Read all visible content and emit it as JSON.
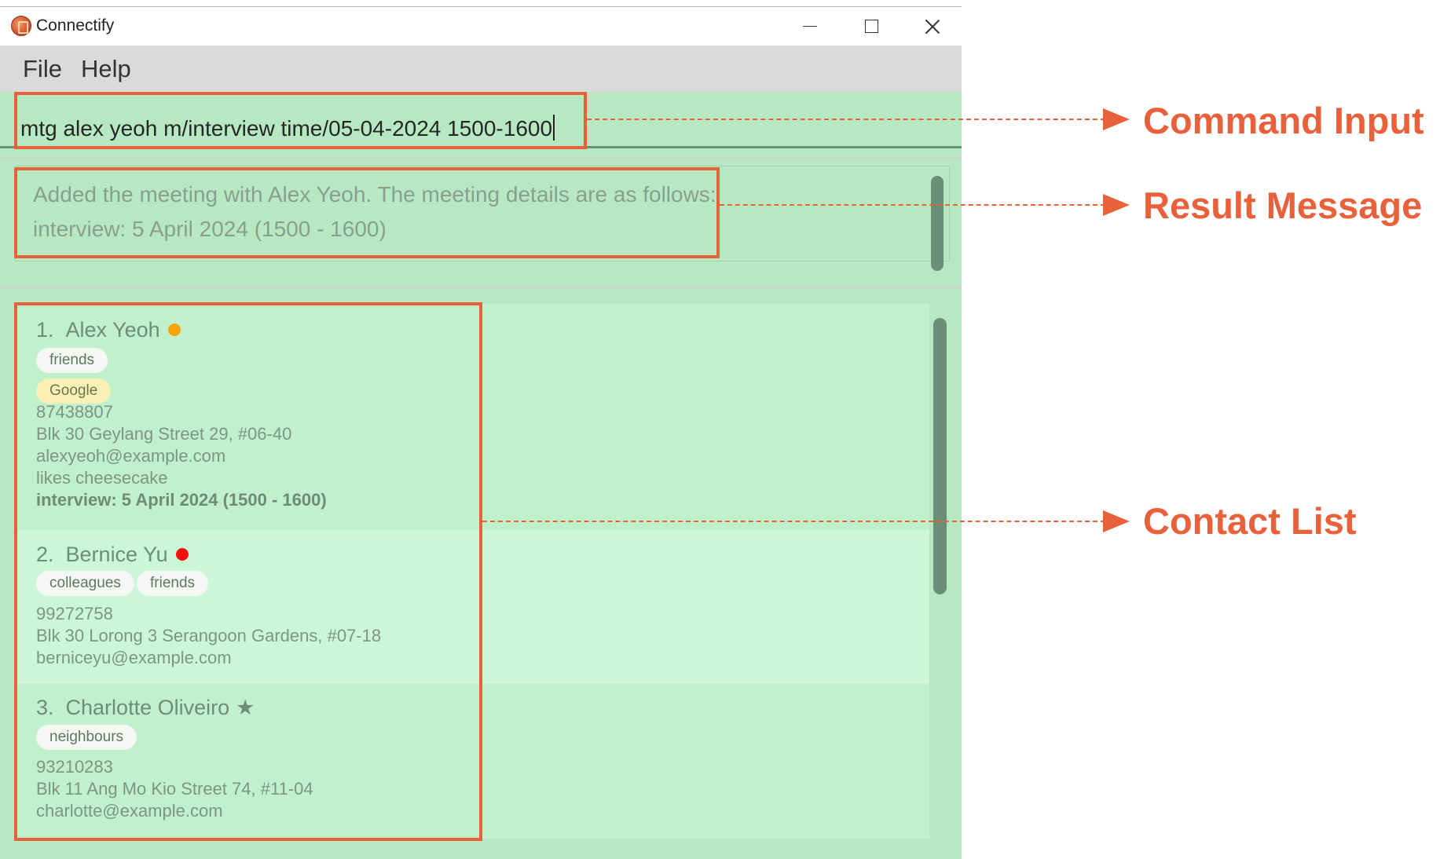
{
  "window": {
    "title": "Connectify",
    "controls": {
      "minimize": "minimize-icon",
      "maximize": "maximize-icon",
      "close": "close-icon"
    }
  },
  "menu": {
    "file": "File",
    "help": "Help"
  },
  "command": {
    "value": "mtg alex yeoh m/interview time/05-04-2024 1500-1600"
  },
  "result": {
    "line1": "Added the meeting with Alex Yeoh. The meeting details are as follows:",
    "line2": "interview: 5 April 2024 (1500 - 1600)"
  },
  "contacts": [
    {
      "index": "1.",
      "name": "Alex Yeoh",
      "status_color": "#f5a30a",
      "tags": [
        "friends"
      ],
      "company": "Google",
      "phone": "87438807",
      "address": "Blk 30 Geylang Street 29, #06-40",
      "email": "alexyeoh@example.com",
      "note": "likes cheesecake",
      "meeting": "interview: 5 April 2024 (1500 - 1600)"
    },
    {
      "index": "2.",
      "name": "Bernice Yu",
      "status_color": "#f01010",
      "tags": [
        "colleagues",
        "friends"
      ],
      "phone": "99272758",
      "address": "Blk 30 Lorong 3 Serangoon Gardens, #07-18",
      "email": "berniceyu@example.com"
    },
    {
      "index": "3.",
      "name": "Charlotte Oliveiro",
      "favourite_icon": "star-icon",
      "tags": [
        "neighbours"
      ],
      "phone": "93210283",
      "address": "Blk 11 Ang Mo Kio Street 74, #11-04",
      "email": "charlotte@example.com"
    }
  ],
  "annotations": {
    "command_input": "Command Input",
    "result_message": "Result Message",
    "contact_list": "Contact List",
    "color": "#e9613b"
  },
  "colors": {
    "background": "#b6e8c2",
    "card": "#c0f0cc",
    "card_alt": "#cbf7d6",
    "company_tag": "#fbf0b6"
  }
}
